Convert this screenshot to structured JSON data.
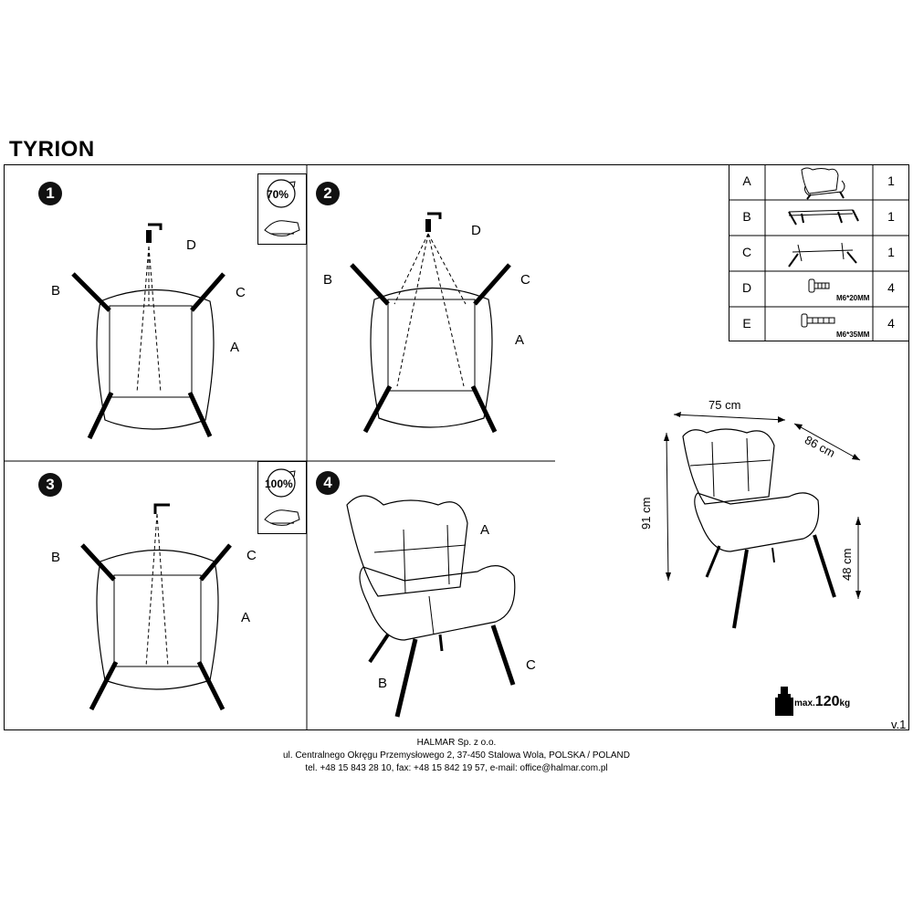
{
  "title": "TYRION",
  "steps": [
    {
      "number": "1",
      "rotate_percent": "70%",
      "labels": {
        "A": "A",
        "B": "B",
        "C": "C",
        "D": "D"
      }
    },
    {
      "number": "2",
      "labels": {
        "A": "A",
        "B": "B",
        "C": "C",
        "D": "D"
      }
    },
    {
      "number": "3",
      "rotate_percent": "100%",
      "labels": {
        "A": "A",
        "B": "B",
        "C": "C"
      }
    },
    {
      "number": "4",
      "labels": {
        "A": "A",
        "B": "B",
        "C": "C"
      }
    }
  ],
  "parts": [
    {
      "letter": "A",
      "qty": "1",
      "icon": "armchair-icon"
    },
    {
      "letter": "B",
      "qty": "1",
      "icon": "leg-frame-b-icon"
    },
    {
      "letter": "C",
      "qty": "1",
      "icon": "leg-frame-c-icon"
    },
    {
      "letter": "D",
      "qty": "4",
      "icon": "bolt-icon",
      "spec": "M6*20MM"
    },
    {
      "letter": "E",
      "qty": "4",
      "icon": "bolt-icon",
      "spec": "M6*35MM"
    }
  ],
  "dimensions": {
    "width": "75 cm",
    "depth": "86 cm",
    "height": "91 cm",
    "seat_height": "48 cm"
  },
  "max_load": {
    "prefix": "max.",
    "value": "120",
    "unit": "kg"
  },
  "version": "v.1",
  "footer": {
    "company": "HALMAR Sp. z o.o.",
    "address": "ul. Centralnego Okręgu Przemysłowego 2, 37-450 Stalowa Wola, POLSKA / POLAND",
    "contact": "tel. +48 15 843 28 10, fax: +48 15 842 19 57, e-mail: office@halmar.com.pl"
  }
}
